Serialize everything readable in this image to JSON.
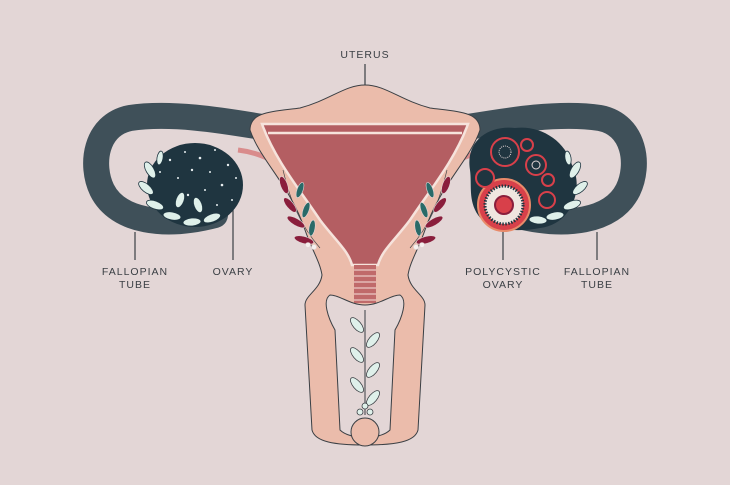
{
  "labels": {
    "uterus": "UTERUS",
    "left_fallopian_tube": [
      "FALLOPIAN",
      "TUBE"
    ],
    "ovary": "OVARY",
    "polycystic_ovary": [
      "POLYCYSTIC",
      "OVARY"
    ],
    "right_fallopian_tube": [
      "FALLOPIAN",
      "TUBE"
    ]
  },
  "colors": {
    "background": "#e3d6d6",
    "tube": "#3f5059",
    "uterus_wall": "#ebbcab",
    "uterus_cavity": "#b45e62",
    "ovary": "#1f3540",
    "leaf_light": "#dff0ea",
    "leaf_maroon": "#8a1e3c",
    "leaf_teal": "#2a6a68",
    "cyst_red": "#d8404a"
  }
}
